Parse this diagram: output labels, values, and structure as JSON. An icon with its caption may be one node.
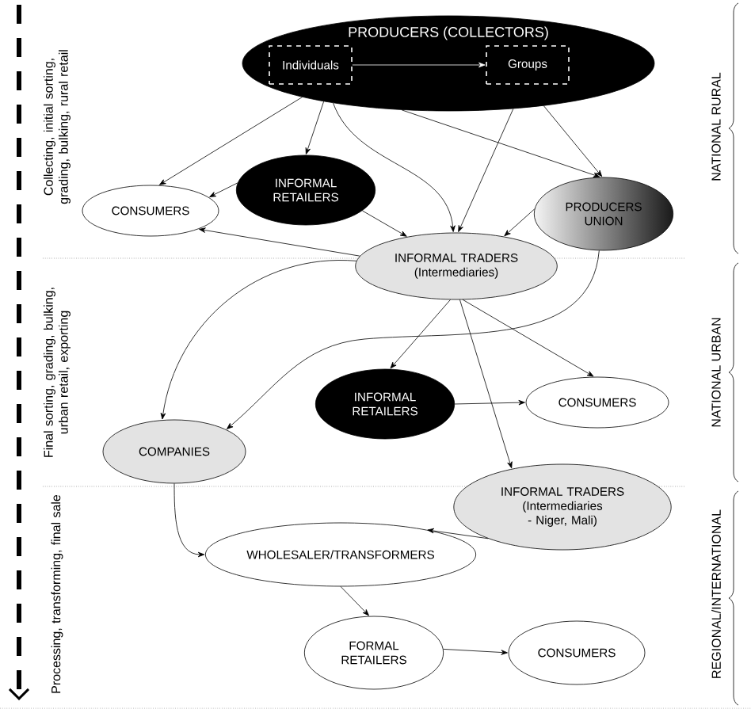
{
  "diagram": {
    "nodes": [
      {
        "text": [
          "PRODUCERS (COLLECTORS)"
        ]
      },
      {
        "text": [
          "Individuals"
        ],
        "in": 0
      },
      {
        "text": [
          "Groups"
        ],
        "in": 0
      },
      {
        "text": [
          "INFORMAL RETAILERS"
        ]
      },
      {
        "text": [
          "CONSUMERS"
        ]
      },
      {
        "text": [
          "PRODUCERS UNION"
        ]
      },
      {
        "text": [
          "INFORMAL TRADERS (Intermediaries)"
        ]
      },
      {
        "text": [
          "INFORMAL RETAILERS"
        ]
      },
      {
        "text": [
          "CONSUMERS"
        ]
      },
      {
        "text": [
          "COMPANIES"
        ]
      },
      {
        "text": [
          "INFORMAL TRADERS (Intermediaries - Niger, Mali)"
        ]
      },
      {
        "text": [
          "WHOLESALER/TRANSFORMERS"
        ]
      },
      {
        "text": [
          "FORMAL RETAILERS"
        ]
      },
      {
        "text": [
          "CONSUMERS"
        ]
      }
    ],
    "edges": [
      {
        "from": 1,
        "to": 2,
        "arrow": "to",
        "color": "#ffffff"
      },
      {
        "from": 0,
        "to": 4,
        "arrow": "to"
      },
      {
        "from": 0,
        "to": 3,
        "arrow": "to"
      },
      {
        "from": 0,
        "to": 6,
        "arrow": "to"
      },
      {
        "from": 0,
        "to": 5,
        "arrow": "to"
      },
      {
        "from": 0,
        "to": 5,
        "arrow": "to"
      },
      {
        "from": 0,
        "to": 6,
        "arrow": "to"
      },
      {
        "from": 3,
        "to": 4,
        "arrow": "to"
      },
      {
        "from": 3,
        "to": 6,
        "arrow": "to"
      },
      {
        "from": 5,
        "to": 6,
        "arrow": "to"
      },
      {
        "from": 6,
        "to": 4,
        "arrow": "to"
      },
      {
        "from": 6,
        "to": 9,
        "arrow": "to"
      },
      {
        "from": 5,
        "to": 9,
        "arrow": "to"
      },
      {
        "from": 6,
        "to": 7,
        "arrow": "to"
      },
      {
        "from": 6,
        "to": 8,
        "arrow": "to"
      },
      {
        "from": 6,
        "to": 10,
        "arrow": "to"
      },
      {
        "from": 7,
        "to": 8,
        "arrow": "to"
      },
      {
        "from": 10,
        "to": 11,
        "arrow": "to"
      },
      {
        "from": 9,
        "to": 11,
        "arrow": "to"
      },
      {
        "from": 11,
        "to": 12,
        "arrow": "to"
      },
      {
        "from": 12,
        "to": 13,
        "arrow": "to"
      }
    ],
    "labels": [
      "Collecting, initial sorting, grading, bulking, rural retail",
      "NATIONAL RURAL",
      "Final sorting, grading, bulking, urban retail, exporting",
      "NATIONAL URBAN",
      "Processing, transforming, final sale",
      "REGIONAL/INTERNATIONAL"
    ]
  }
}
